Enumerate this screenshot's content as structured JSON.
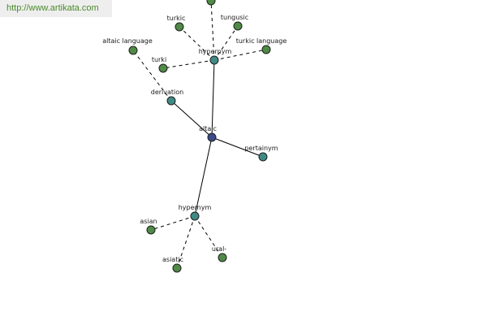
{
  "source_link": {
    "text": "http://www.artikata.com"
  },
  "colors": {
    "center_node": "#3a4a8a",
    "relation_node": "#3f8a84",
    "leaf_node": "#4f8a46"
  },
  "nodes": [
    {
      "id": "top_cut",
      "label": "",
      "kind": "leaf"
    },
    {
      "id": "hypernym_top",
      "label": "hypernym",
      "kind": "relation"
    },
    {
      "id": "turkic",
      "label": "turkic",
      "kind": "leaf"
    },
    {
      "id": "tungusic",
      "label": "tungusic",
      "kind": "leaf"
    },
    {
      "id": "turkic_language",
      "label": "turkic language",
      "kind": "leaf"
    },
    {
      "id": "turki",
      "label": "turki",
      "kind": "leaf"
    },
    {
      "id": "altaic_language",
      "label": "altaic language",
      "kind": "leaf"
    },
    {
      "id": "derivation",
      "label": "derivation",
      "kind": "relation"
    },
    {
      "id": "altaic",
      "label": "altaic",
      "kind": "center"
    },
    {
      "id": "pertainym",
      "label": "pertainym",
      "kind": "relation"
    },
    {
      "id": "hypernym_bottom",
      "label": "hypernym",
      "kind": "relation"
    },
    {
      "id": "asian",
      "label": "asian",
      "kind": "leaf"
    },
    {
      "id": "asiatic",
      "label": "asiatic",
      "kind": "leaf"
    },
    {
      "id": "ural",
      "label": "ural-",
      "kind": "leaf"
    }
  ],
  "edges": [
    {
      "from": "altaic",
      "to": "hypernym_top",
      "style": "solid"
    },
    {
      "from": "altaic",
      "to": "derivation",
      "style": "solid"
    },
    {
      "from": "altaic",
      "to": "pertainym",
      "style": "solid"
    },
    {
      "from": "altaic",
      "to": "hypernym_bottom",
      "style": "solid"
    },
    {
      "from": "hypernym_top",
      "to": "top_cut",
      "style": "dashed"
    },
    {
      "from": "hypernym_top",
      "to": "turkic",
      "style": "dashed"
    },
    {
      "from": "hypernym_top",
      "to": "tungusic",
      "style": "dashed"
    },
    {
      "from": "hypernym_top",
      "to": "turkic_language",
      "style": "dashed"
    },
    {
      "from": "hypernym_top",
      "to": "turki",
      "style": "dashed"
    },
    {
      "from": "derivation",
      "to": "altaic_language",
      "style": "dashed"
    },
    {
      "from": "hypernym_bottom",
      "to": "asian",
      "style": "dashed"
    },
    {
      "from": "hypernym_bottom",
      "to": "asiatic",
      "style": "dashed"
    },
    {
      "from": "hypernym_bottom",
      "to": "ural",
      "style": "dashed"
    }
  ]
}
